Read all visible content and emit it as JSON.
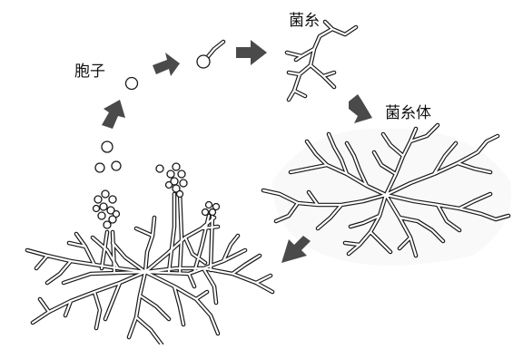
{
  "labels": {
    "spore": "胞子",
    "hypha": "菌糸",
    "mycelium": "菌糸体"
  },
  "colors": {
    "background": "#ffffff",
    "outline": "#1a1a1a",
    "arrow": "#4a4a4a"
  },
  "cycle": [
    "spore",
    "germinating-spore",
    "hypha",
    "mycelium",
    "sporulating-mycelium"
  ]
}
